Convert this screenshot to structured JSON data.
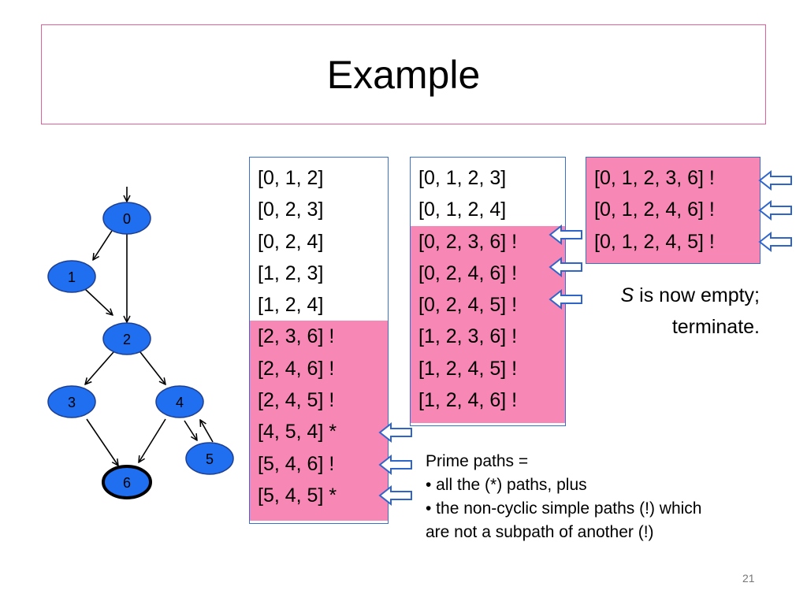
{
  "title": "Example",
  "graph": {
    "nodes": [
      "0",
      "1",
      "2",
      "3",
      "4",
      "5",
      "6"
    ]
  },
  "col1": [
    "[0, 1, 2]",
    "[0, 2, 3]",
    "[0, 2, 4]",
    "[1, 2, 3]",
    "[1, 2, 4]",
    "[2, 3, 6] !",
    "[2, 4, 6] !",
    "[2, 4, 5] !",
    "[4, 5, 4] *",
    "[5, 4, 6] !",
    "[5, 4, 5] *"
  ],
  "col2": [
    "[0, 1, 2, 3]",
    "[0, 1, 2, 4]",
    "[0, 2, 3, 6] !",
    "[0, 2, 4, 6] !",
    "[0, 2, 4, 5] !",
    "[1, 2, 3, 6] !",
    "[1, 2, 4, 5] !",
    "[1, 2, 4, 6] !"
  ],
  "col3": [
    "[0, 1, 2, 3, 6] !",
    "[0, 1, 2, 4, 6] !",
    "[0, 1, 2, 4, 5] !"
  ],
  "empty_note": {
    "symbol": "S",
    "line1": " is now empty;",
    "line2": "terminate."
  },
  "note": {
    "line1": "Prime paths =",
    "line2": "• all the (*) paths, plus",
    "line3": "• the non-cyclic simple paths (!) which",
    "line4": "are not a subpath of another (!)"
  },
  "page_number": "21",
  "colors": {
    "highlight": "#f788b5",
    "node_fill": "#1f6ff0",
    "border_blue": "#3a6fd1",
    "title_border": "#e0609a"
  }
}
